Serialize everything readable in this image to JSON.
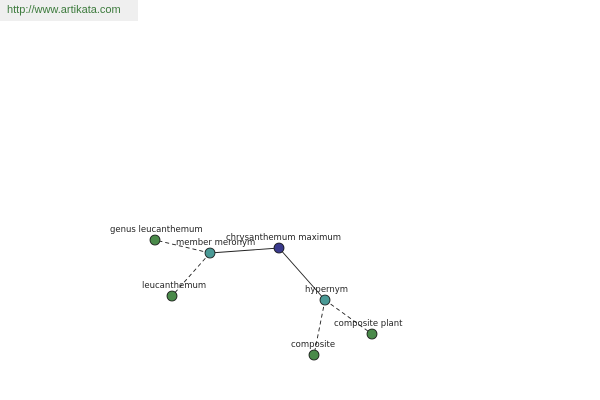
{
  "watermark": {
    "url": "http://www.artikata.com"
  },
  "colors": {
    "root": "#3a3a8c",
    "relation": "#4a9a96",
    "leaf": "#4a8a4a",
    "edge": "#222222",
    "watermark_bg": "#efefef",
    "watermark_text": "#3c7a3c"
  },
  "graph": {
    "nodes": [
      {
        "id": "root",
        "label": "chrysanthemum maximum",
        "kind": "root"
      },
      {
        "id": "member_meronym",
        "label": "member meronym",
        "kind": "relation"
      },
      {
        "id": "hypernym",
        "label": "hypernym",
        "kind": "relation"
      },
      {
        "id": "genus_leucanthemum",
        "label": "genus leucanthemum",
        "kind": "leaf"
      },
      {
        "id": "leucanthemum",
        "label": "leucanthemum",
        "kind": "leaf"
      },
      {
        "id": "composite_plant",
        "label": "composite plant",
        "kind": "leaf"
      },
      {
        "id": "composite",
        "label": "composite",
        "kind": "leaf"
      }
    ],
    "edges": [
      {
        "from": "root",
        "to": "member_meronym",
        "style": "solid"
      },
      {
        "from": "root",
        "to": "hypernym",
        "style": "solid"
      },
      {
        "from": "member_meronym",
        "to": "genus_leucanthemum",
        "style": "dashed"
      },
      {
        "from": "member_meronym",
        "to": "leucanthemum",
        "style": "dashed"
      },
      {
        "from": "hypernym",
        "to": "composite_plant",
        "style": "dashed"
      },
      {
        "from": "hypernym",
        "to": "composite",
        "style": "dashed"
      }
    ]
  }
}
